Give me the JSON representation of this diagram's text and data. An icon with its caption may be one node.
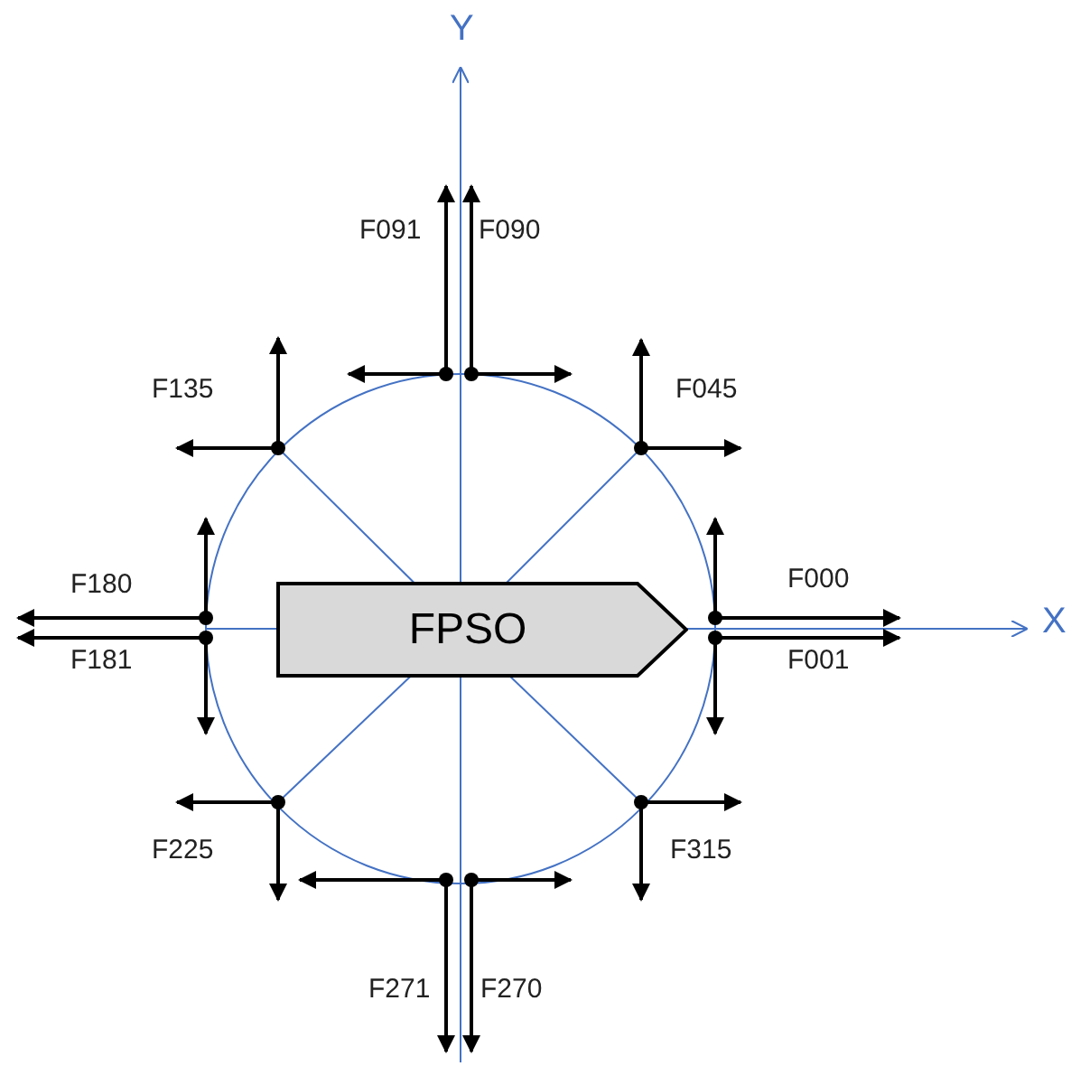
{
  "diagram": {
    "nodes": [
      {
        "text": [
          "FPSO"
        ]
      }
    ],
    "edges": [],
    "labels": [
      "Y",
      "F091",
      "F090",
      "F135",
      "F045",
      "F180",
      "F000",
      "X",
      "F181",
      "F001",
      "F225",
      "F315",
      "F271",
      "F270"
    ]
  }
}
